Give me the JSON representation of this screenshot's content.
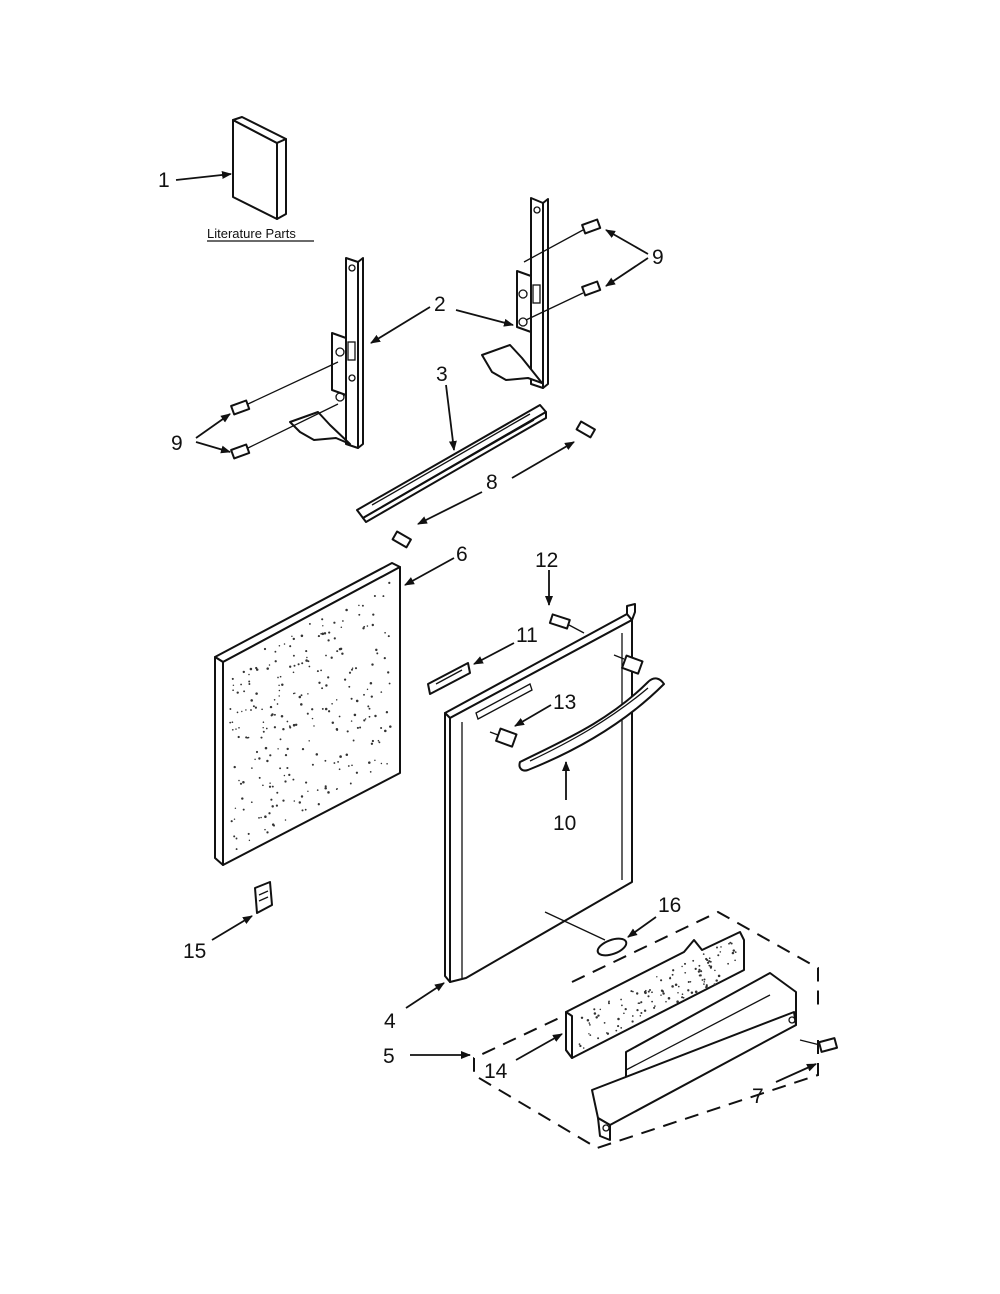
{
  "caption": "Literature Parts",
  "callouts": {
    "c1": "1",
    "c2": "2",
    "c3": "3",
    "c4": "4",
    "c5": "5",
    "c6": "6",
    "c7": "7",
    "c8": "8",
    "c9_right": "9",
    "c9_left": "9",
    "c10": "10",
    "c11": "11",
    "c12": "12",
    "c13": "13",
    "c14": "14",
    "c15": "15",
    "c16": "16"
  },
  "colors": {
    "line": "#111111",
    "background": "#ffffff"
  }
}
